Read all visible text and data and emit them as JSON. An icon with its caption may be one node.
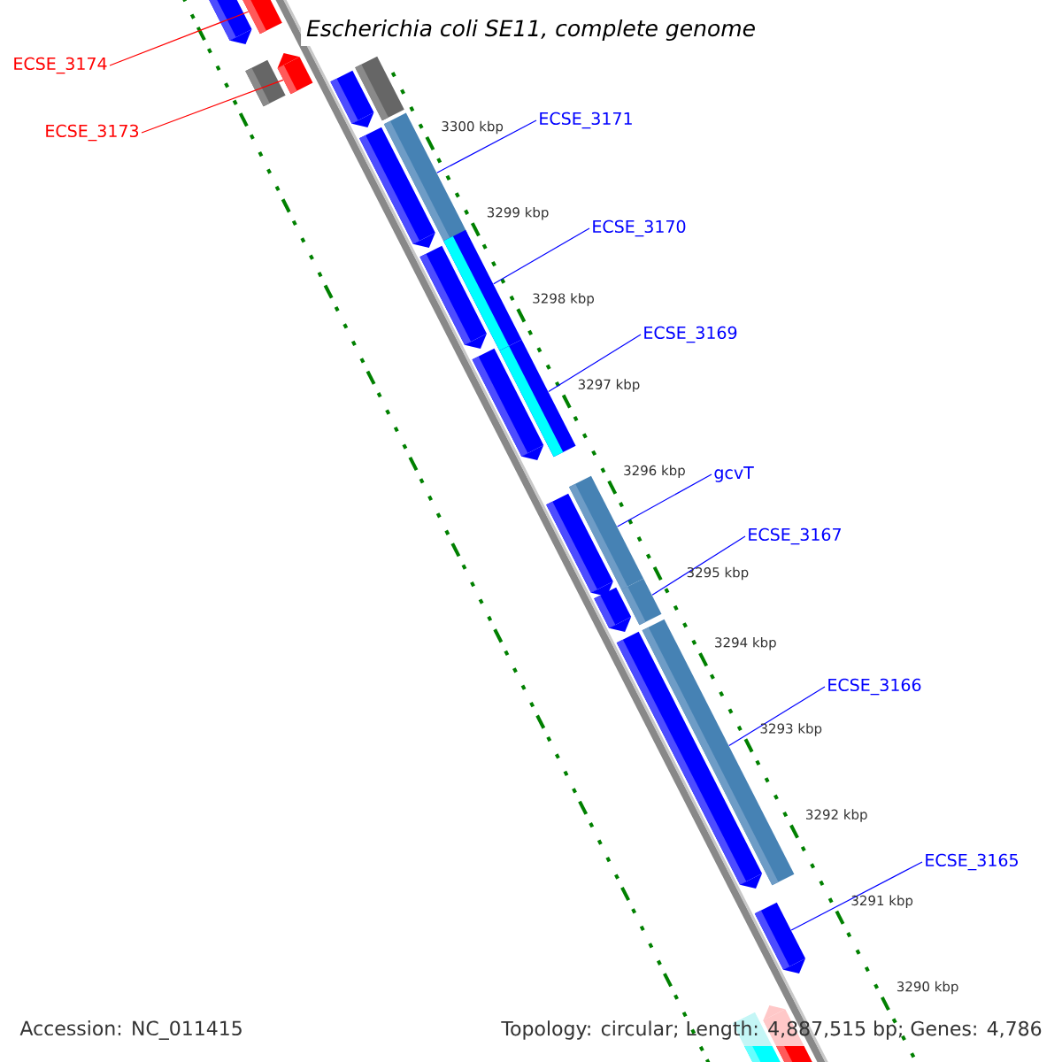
{
  "diagram": {
    "title": "Escherichia coli SE11, complete genome",
    "nodes": [
      {
        "text": [
          "ECSE_3174"
        ]
      },
      {
        "text": [
          "ECSE_3173"
        ]
      },
      {
        "text": [
          "ECSE_3171"
        ]
      },
      {
        "text": [
          "ECSE_3170"
        ]
      },
      {
        "text": [
          "ECSE_3169"
        ]
      },
      {
        "text": [
          "gcvT"
        ]
      },
      {
        "text": [
          "ECSE_3167"
        ]
      },
      {
        "text": [
          "ECSE_3166"
        ]
      },
      {
        "text": [
          "ECSE_3165"
        ]
      },
      {
        "text": [],
        "shape": "bar"
      },
      {
        "text": [],
        "shape": "bar"
      },
      {
        "text": [],
        "shape": "bar"
      },
      {
        "text": [],
        "shape": "bar"
      },
      {
        "text": [],
        "shape": "bar"
      },
      {
        "text": [],
        "shape": "bar"
      },
      {
        "text": [],
        "shape": "bar"
      },
      {
        "text": [],
        "shape": "bar"
      },
      {
        "text": [],
        "shape": "bar"
      },
      {
        "text": [],
        "shape": "bar"
      },
      {
        "text": [],
        "shape": "bar"
      },
      {
        "text": [],
        "shape": "bar"
      },
      {
        "text": [],
        "shape": "bar"
      },
      {
        "text": [],
        "shape": "bar"
      },
      {
        "text": [],
        "shape": "bar"
      },
      {
        "text": [],
        "shape": "bar"
      },
      {
        "text": [],
        "shape": "bar"
      },
      {
        "text": [],
        "shape": "bar"
      },
      {
        "text": [],
        "shape": "bar"
      },
      {
        "text": [],
        "shape": "bar"
      },
      {
        "text": [],
        "shape": "bar"
      }
    ],
    "edges": [
      {
        "from": 0,
        "to": 10,
        "arrow": "none",
        "color": "#ff0000"
      },
      {
        "from": 1,
        "to": 11,
        "arrow": "none",
        "color": "#ff0000"
      },
      {
        "from": 2,
        "to": 15,
        "arrow": "none"
      },
      {
        "from": 3,
        "to": 17,
        "arrow": "none"
      },
      {
        "from": 4,
        "to": 19,
        "arrow": "none"
      },
      {
        "from": 5,
        "to": 21,
        "arrow": "none"
      },
      {
        "from": 6,
        "to": 23,
        "arrow": "none"
      },
      {
        "from": 7,
        "to": 25,
        "arrow": "none"
      },
      {
        "from": 8,
        "to": 27,
        "arrow": "none"
      }
    ],
    "labels": [
      "3300 kbp",
      "3299 kbp",
      "3298 kbp",
      "3297 kbp",
      "3296 kbp",
      "3295 kbp",
      "3294 kbp",
      "3293 kbp",
      "3292 kbp",
      "3291 kbp",
      "3290 kbp",
      "Accession: NC_011415",
      "Topology: circular; Length: 4,887,515 bp; Genes: 4,786"
    ]
  }
}
